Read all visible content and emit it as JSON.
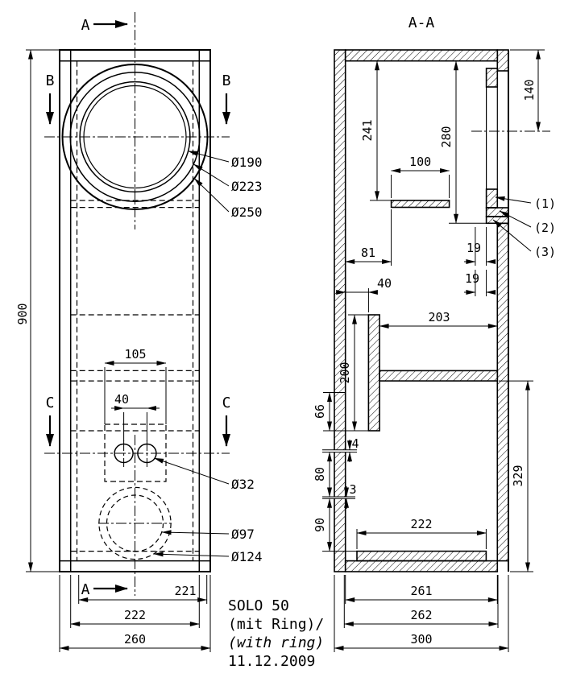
{
  "drawing": {
    "section_title": "A-A",
    "title_block": {
      "model": "SOLO 50",
      "variant_line1": "(mit Ring)/",
      "variant_line2": "(with ring)",
      "date": "11.12.2009"
    },
    "section_marks": {
      "a": "A",
      "b": "B",
      "c": "C"
    },
    "front_view": {
      "overall_height": "900",
      "dim_105": "105",
      "dim_40": "40",
      "dim_221": "221",
      "dim_222": "222",
      "dim_260": "260",
      "dia_190": "Ø190",
      "dia_223": "Ø223",
      "dia_250": "Ø250",
      "dia_32": "Ø32",
      "dia_97": "Ø97",
      "dia_124": "Ø124"
    },
    "section_view": {
      "dim_140": "140",
      "dim_241": "241",
      "dim_280": "280",
      "dim_100": "100",
      "dim_81": "81",
      "dim_19_a": "19",
      "dim_19_b": "19",
      "dim_40": "40",
      "dim_203": "203",
      "dim_200": "200",
      "dim_66": "66",
      "dim_4": "4",
      "dim_80": "80",
      "dim_3": "3",
      "dim_90": "90",
      "dim_222": "222",
      "dim_329": "329",
      "dim_261": "261",
      "dim_262": "262",
      "dim_300": "300",
      "callout_1": "(1)",
      "callout_2": "(2)",
      "callout_3": "(3)"
    }
  }
}
